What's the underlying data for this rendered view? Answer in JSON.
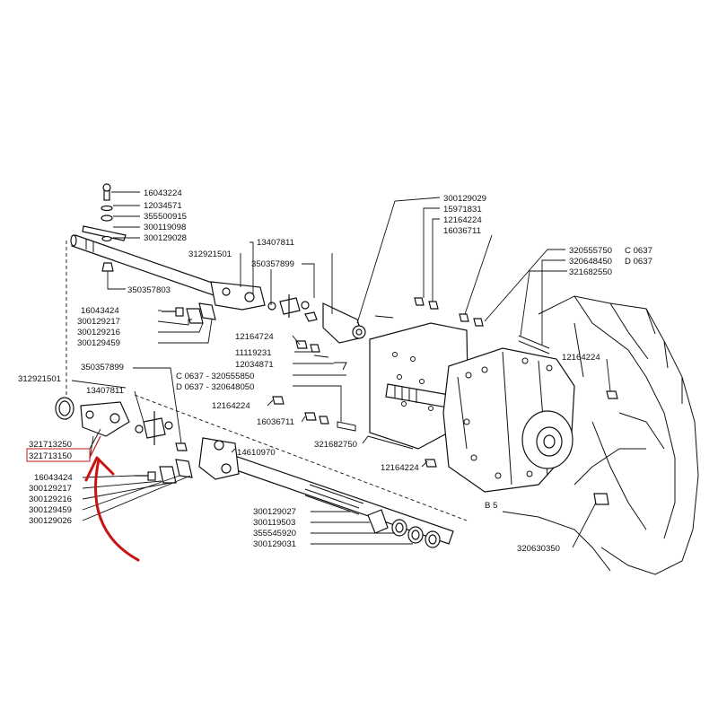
{
  "labels": {
    "l01": "16043224",
    "l02": "12034571",
    "l03": "355500915",
    "l04": "300119098",
    "l05": "300129028",
    "l06": "312921501",
    "l07": "13407811",
    "l08": "350357899",
    "l09": "350357803",
    "l10": "16043424",
    "l11": "300129217",
    "l12": "300129216",
    "l13": "300129459",
    "l14": "300129029",
    "l15": "15971831",
    "l16": "12164224",
    "l17": "16036711",
    "l18": "320555750",
    "l19": "C 0637",
    "l20": "320648450",
    "l21": "D 0637",
    "l22": "321682550",
    "l23": "12164724",
    "l24": "11119231",
    "l25": "12034871",
    "l26": "C 0637 - 320555850",
    "l27": "D 0637 - 320648050",
    "l28": "12164224",
    "l29": "16036711",
    "l30": "321682750",
    "l31": "12164224",
    "l32": "12164224",
    "l33": "312921501",
    "l34": "350357899",
    "l35": "13407811",
    "l36": "14610970",
    "l37": "321713250",
    "l38": "321713150",
    "l39": "16043424",
    "l40": "300129217",
    "l41": "300129216",
    "l42": "300129459",
    "l43": "300129026",
    "l44": "300129027",
    "l45": "300119503",
    "l46": "355545920",
    "l47": "300129031",
    "l48": "320630350",
    "l49": "B 5"
  }
}
